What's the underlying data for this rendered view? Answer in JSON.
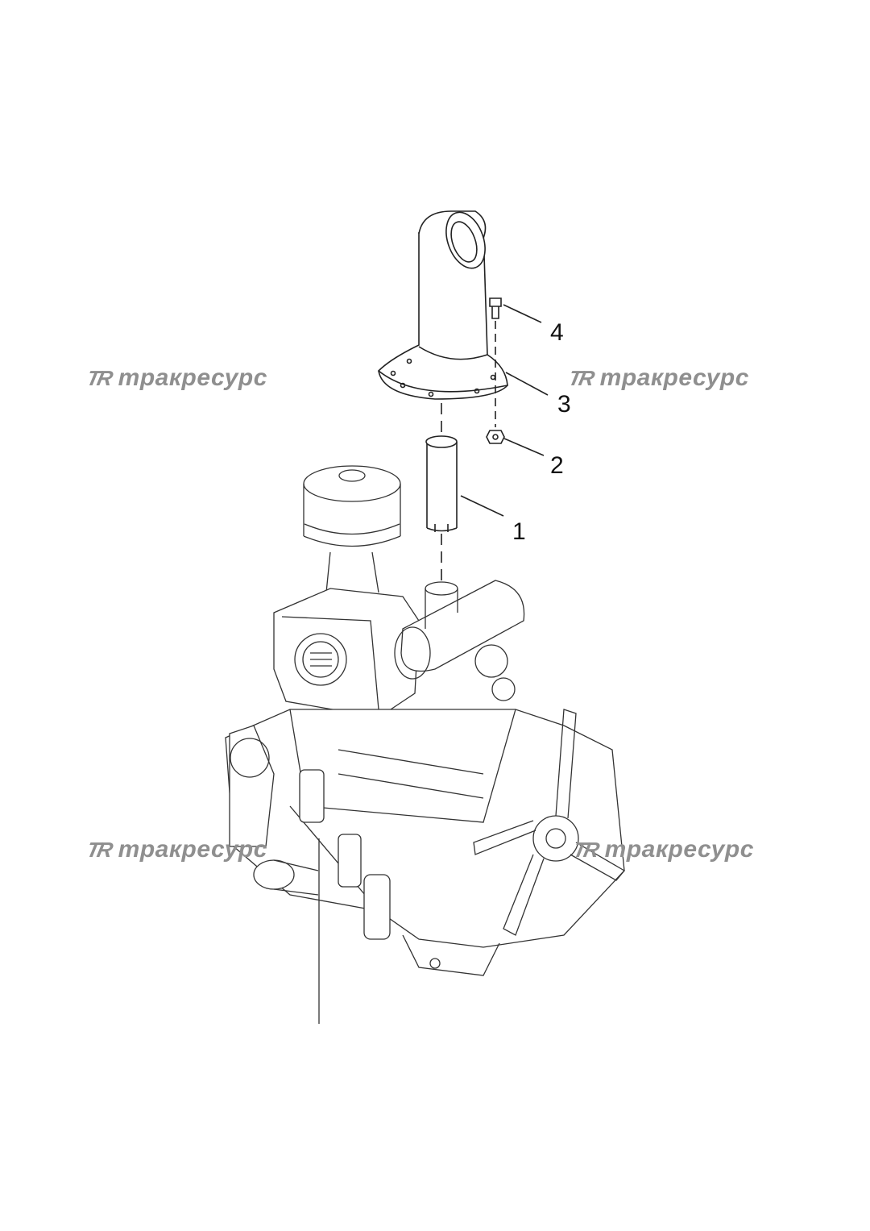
{
  "watermark": {
    "logo": "TR",
    "text": "тракресурс",
    "color": "#8f8f8f"
  },
  "callouts": [
    {
      "id": "part-1",
      "label": "1"
    },
    {
      "id": "part-2",
      "label": "2"
    },
    {
      "id": "part-3",
      "label": "3"
    },
    {
      "id": "part-4",
      "label": "4"
    }
  ],
  "diagram": {
    "line_color": "#222222",
    "parts": [
      "exhaust-cap",
      "adapter-pipe",
      "flange-nut",
      "flange-bolt",
      "engine-assembly"
    ]
  }
}
